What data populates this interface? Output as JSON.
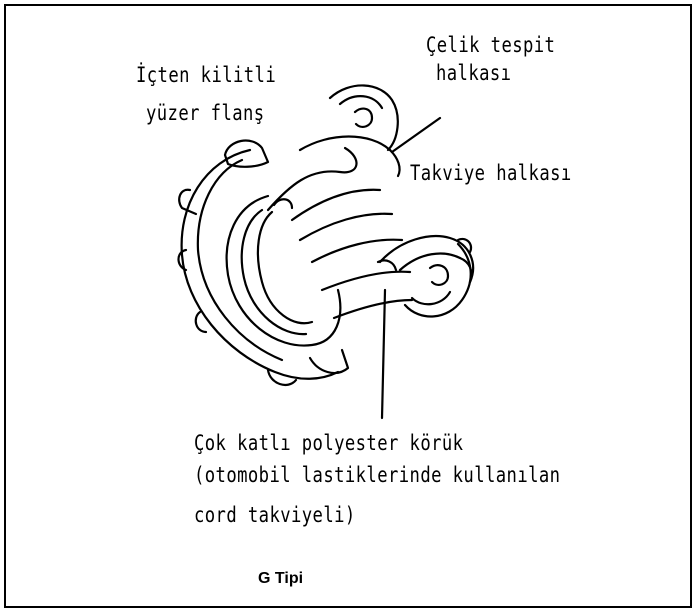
{
  "labels": {
    "steel_ring": [
      "Çelik tespit",
      "halkası"
    ],
    "inner_flange": [
      "İçten kilitli",
      "yüzer flanş"
    ],
    "reinforcement_ring": "Takviye halkası",
    "bellows": [
      "Çok katlı polyester körük",
      "(otomobil lastiklerinde kullanılan",
      "cord takviyeli)"
    ]
  },
  "caption": "G Tipi",
  "colors": {
    "ink": "#000000",
    "paper": "#ffffff"
  }
}
